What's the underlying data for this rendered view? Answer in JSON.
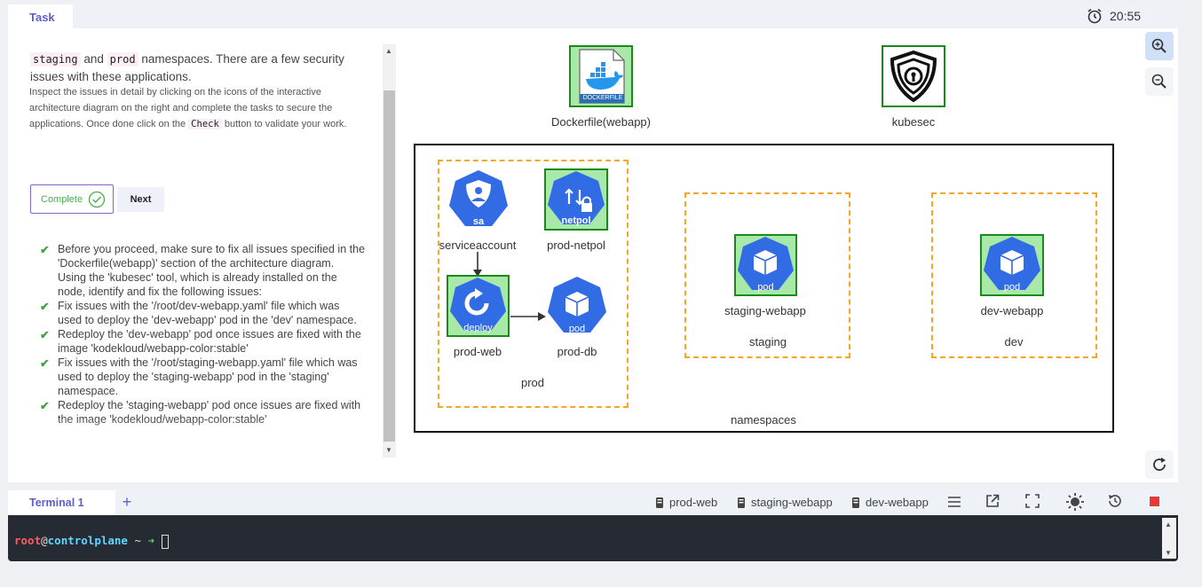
{
  "header": {
    "task_tab": "Task",
    "timer": "20:55"
  },
  "instructions": {
    "intro_prefix_1": "staging",
    "intro_and": "and",
    "intro_prefix_2": "prod",
    "intro_rest": "namespaces. There are a few security issues with these applications.",
    "detail_1": "Inspect the issues in detail by clicking on the icons of the interactive architecture diagram on the right and complete the tasks to secure the applications. Once done click on the",
    "detail_check": "Check",
    "detail_2": "button to validate your work."
  },
  "buttons": {
    "complete": "Complete",
    "next": "Next"
  },
  "tasks": [
    "Before you proceed, make sure to fix all issues specified in the 'Dockerfile(webapp)' section of the architecture diagram. Using the 'kubesec' tool, which is already installed on the node, identify and fix the following issues:",
    "Fix issues with the '/root/dev-webapp.yaml' file which was used to deploy the 'dev-webapp' pod in the 'dev' namespace.",
    "Redeploy the 'dev-webapp' pod once issues are fixed with the image 'kodekloud/webapp-color:stable'",
    "Fix issues with the '/root/staging-webapp.yaml' file which was used to deploy the 'staging-webapp' pod in the 'staging' namespace.",
    "Redeploy the 'staging-webapp' pod once issues are fixed with the image 'kodekloud/webapp-color:stable'"
  ],
  "diagram": {
    "dockerfile_label": "Dockerfile(webapp)",
    "dockerfile_badge": "DOCKERFILE",
    "kubesec_label": "kubesec",
    "namespaces_label": "namespaces",
    "prod_label": "prod",
    "staging_label": "staging",
    "dev_label": "dev",
    "serviceaccount_label": "serviceaccount",
    "serviceaccount_badge": "sa",
    "prod_netpol_label": "prod-netpol",
    "prod_netpol_badge": "netpol",
    "prod_web_label": "prod-web",
    "prod_web_badge": "deploy",
    "prod_db_label": "prod-db",
    "prod_db_badge": "pod",
    "staging_webapp_label": "staging-webapp",
    "staging_webapp_badge": "pod",
    "dev_webapp_label": "dev-webapp",
    "dev_webapp_badge": "pod"
  },
  "terminal": {
    "tab": "Terminal 1",
    "plus": "+",
    "sessions": [
      "prod-web",
      "staging-webapp",
      "dev-webapp"
    ],
    "prompt_user": "root",
    "prompt_at": "@",
    "prompt_host": "controlplane",
    "prompt_path": "~",
    "prompt_arrow": "➜"
  },
  "colors": {
    "accent": "#5b5fc7",
    "k8s_blue": "#326ce5",
    "green": "#1a8a1a",
    "orange": "#f5a623",
    "terminal_bg": "#262a33"
  }
}
